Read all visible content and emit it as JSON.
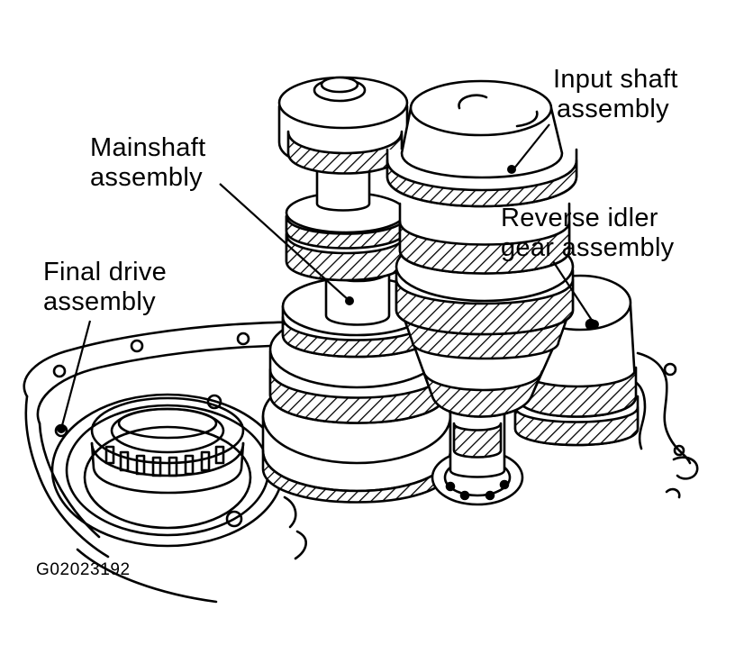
{
  "labels": {
    "input_shaft": [
      "Input shaft",
      "assembly"
    ],
    "mainshaft": [
      "Mainshaft",
      "assembly"
    ],
    "reverse_idler": [
      "Reverse idler",
      "gear assembly"
    ],
    "final_drive": [
      "Final drive",
      "assembly"
    ]
  },
  "figure_code": "G02023192",
  "colors": {
    "ink": "#000000",
    "paper": "#ffffff"
  }
}
